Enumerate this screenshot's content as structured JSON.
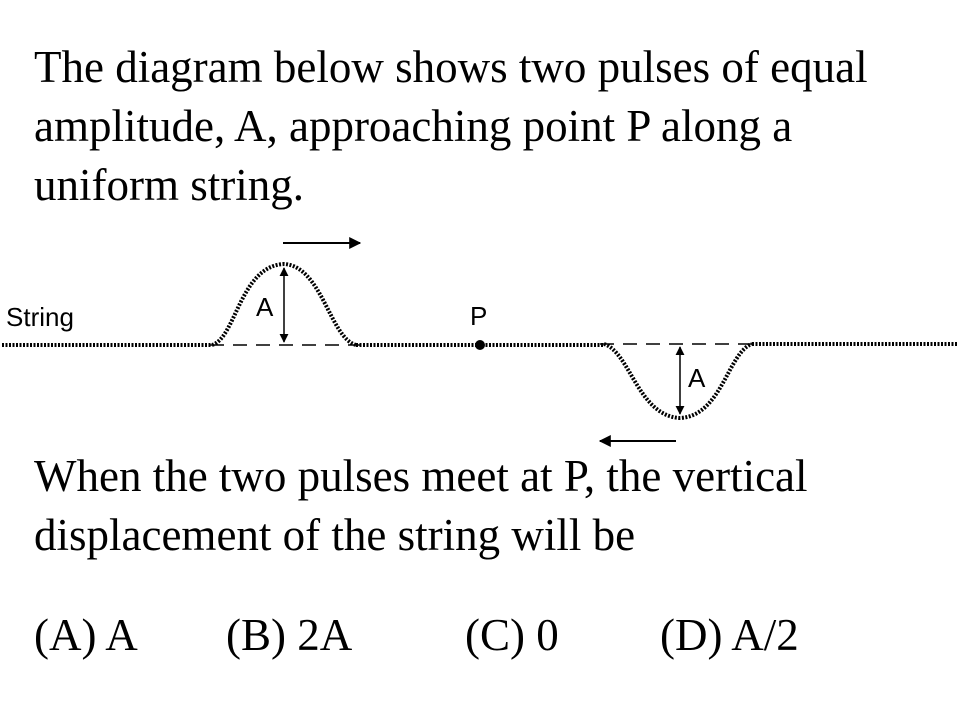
{
  "question": {
    "intro": "The diagram below shows two pulses of equal amplitude, A, approaching point P along a uniform string.",
    "stem": "When the two pulses meet at P, the vertical displacement of the string will be"
  },
  "diagram": {
    "string_label": "String",
    "point_label": "P",
    "upper_pulse_amplitude_label": "A",
    "lower_pulse_amplitude_label": "A",
    "upper_pulse_direction": "right",
    "lower_pulse_direction": "left"
  },
  "choices": [
    {
      "letter": "(A)",
      "text": "A",
      "label": "(A) A"
    },
    {
      "letter": "(B)",
      "text": "2A",
      "label": "(B) 2A"
    },
    {
      "letter": "(C)",
      "text": "0",
      "label": "(C) 0"
    },
    {
      "letter": "(D)",
      "text": "A/2",
      "label": "(D) A/2"
    }
  ]
}
